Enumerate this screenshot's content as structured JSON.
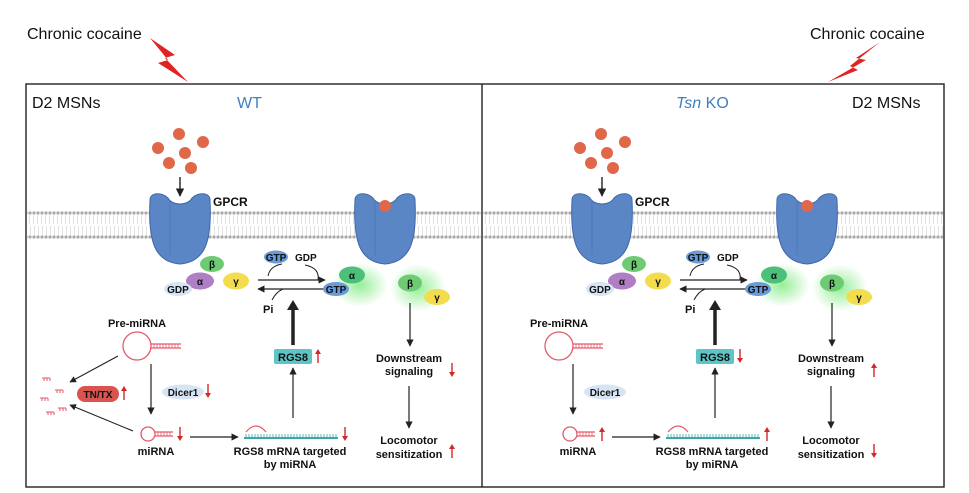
{
  "colors": {
    "receptor": "#5b86c6",
    "receptor_dark": "#3e67a8",
    "ligand": "#e0674a",
    "alpha": "#4cbf7a",
    "beta": "#6dcb74",
    "gamma": "#f3dc4e",
    "alpha_purple": "#b07ec4",
    "gtp": "#6a9ad8",
    "gdp": "#d7e4f4",
    "rgs8": "#5cc6c6",
    "tntx": "#d9534f",
    "red_arrow": "#d62728",
    "title_blue": "#3f7fc1",
    "glow": "#7dea7d"
  },
  "header": {
    "left_label": "Chronic cocaine",
    "right_label": "Chronic cocaine"
  },
  "panels": [
    {
      "cell_type": "D2 MSNs",
      "condition": "WT",
      "condition_italic": "",
      "gpcr": "GPCR",
      "alpha": "α",
      "beta": "β",
      "gamma": "γ",
      "gdp": "GDP",
      "gtp": "GTP",
      "gdp2": "GDP",
      "gtp2": "GTP",
      "pi": "Pi",
      "rgs8": "RGS8",
      "pre_mirna": "Pre-miRNA",
      "dicer": "Dicer1",
      "tntx": "TN/TX",
      "mirna": "miRNA",
      "rgs8_mrna": "RGS8 mRNA targeted",
      "rgs8_mrna2": "by miRNA",
      "downstream": "Downstream",
      "downstream2": "signaling",
      "locomotor": "Locomotor",
      "locomotor2": "sensitization"
    },
    {
      "cell_type": "D2 MSNs",
      "condition": " KO",
      "condition_italic": "Tsn",
      "gpcr": "GPCR",
      "alpha": "α",
      "beta": "β",
      "gamma": "γ",
      "gdp": "GDP",
      "gtp": "GTP",
      "gdp2": "GDP",
      "gtp2": "GTP",
      "pi": "Pi",
      "rgs8": "RGS8",
      "pre_mirna": "Pre-miRNA",
      "dicer": "Dicer1",
      "tntx": "",
      "mirna": "miRNA",
      "rgs8_mrna": "RGS8 mRNA targeted",
      "rgs8_mrna2": "by miRNA",
      "downstream": "Downstream",
      "downstream2": "signaling",
      "locomotor": "Locomotor",
      "locomotor2": "sensitization"
    }
  ]
}
